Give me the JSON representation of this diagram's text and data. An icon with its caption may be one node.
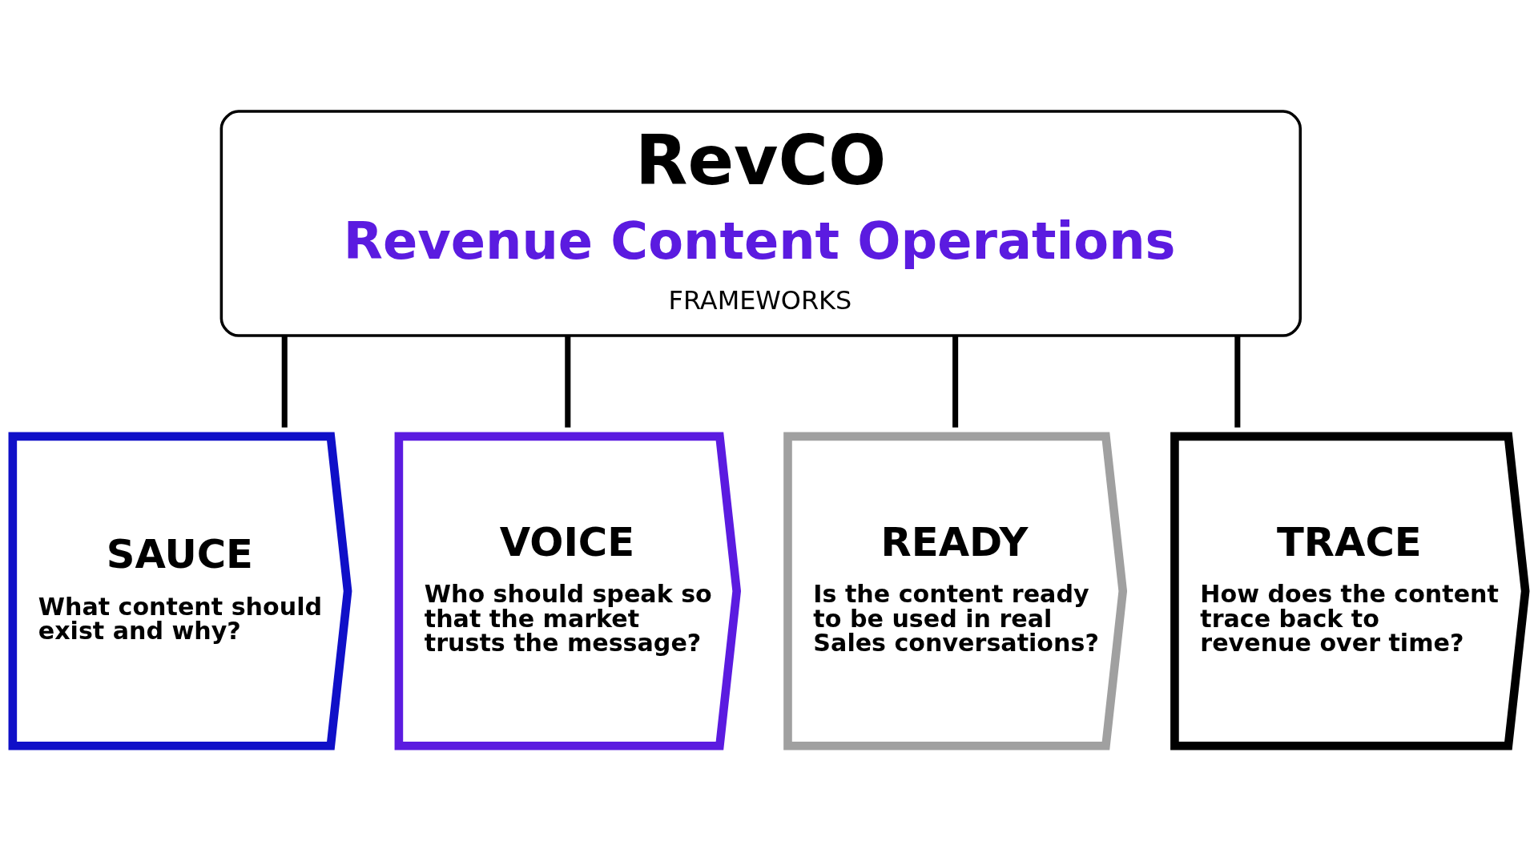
{
  "diagram": {
    "nodes": [
      {
        "text": [
          "RevCO",
          "Revenue Content Operations",
          "FRAMEWORKS"
        ]
      },
      {
        "text": [
          "SAUCE",
          "What content should exist and why?"
        ]
      },
      {
        "text": [
          "VOICE",
          "Who should speak so that the market trusts the message?"
        ]
      },
      {
        "text": [
          "READY",
          "Is the content ready to be used in real Sales conversations?"
        ]
      },
      {
        "text": [
          "TRACE",
          "How does the content trace back to revenue over time?"
        ]
      }
    ],
    "edges": [
      {
        "from": 0,
        "to": 1,
        "arrow": "none"
      },
      {
        "from": 0,
        "to": 2,
        "arrow": "none"
      },
      {
        "from": 0,
        "to": 3,
        "arrow": "none"
      },
      {
        "from": 0,
        "to": 4,
        "arrow": "none"
      }
    ]
  }
}
